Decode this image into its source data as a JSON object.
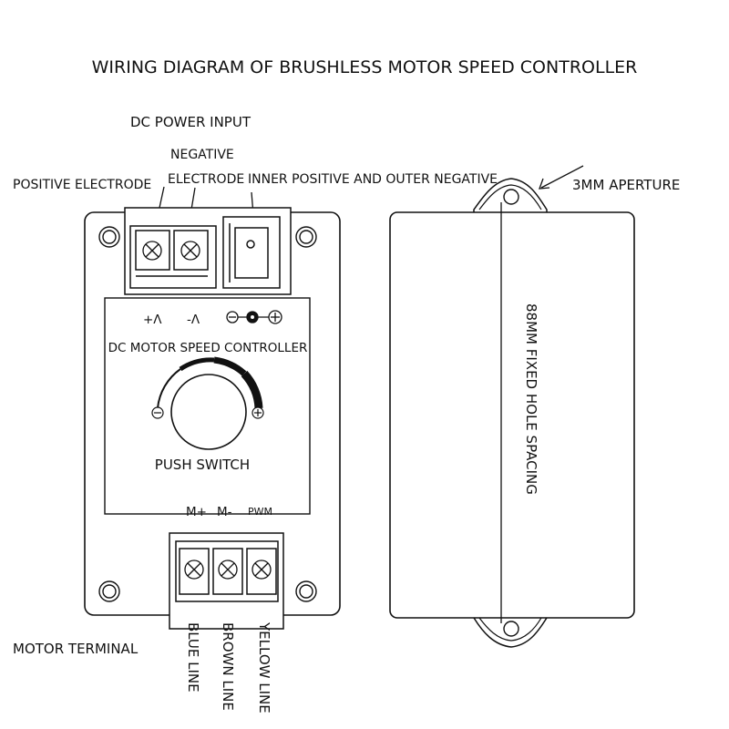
{
  "title": "WIRING DIAGRAM OF BRUSHLESS MOTOR SPEED CONTROLLER",
  "callouts": {
    "dc_power_input": "DC POWER INPUT",
    "negative_line1": "NEGATIVE",
    "negative_line2": "ELECTRODE",
    "positive_electrode": "POSITIVE ELECTRODE",
    "inner_positive_outer_negative": "INNER POSITIVE AND OUTER NEGATIVE",
    "aperture": "3MM APERTURE",
    "hole_spacing": "88MM FIXED HOLE SPACING",
    "motor_terminal": "MOTOR TERMINAL"
  },
  "panel": {
    "plus_label": "+Λ",
    "minus_label": "-Λ",
    "name": "DC MOTOR SPEED CONTROLLER",
    "knob_minus": "−",
    "knob_plus": "+",
    "push_switch": "PUSH SWITCH",
    "m_plus": "M+",
    "m_minus": "M-",
    "pwm": "PWM"
  },
  "wires": {
    "blue": "BLUE LINE",
    "brown": "BROWN LINE",
    "yellow": "YELLOW LINE"
  }
}
